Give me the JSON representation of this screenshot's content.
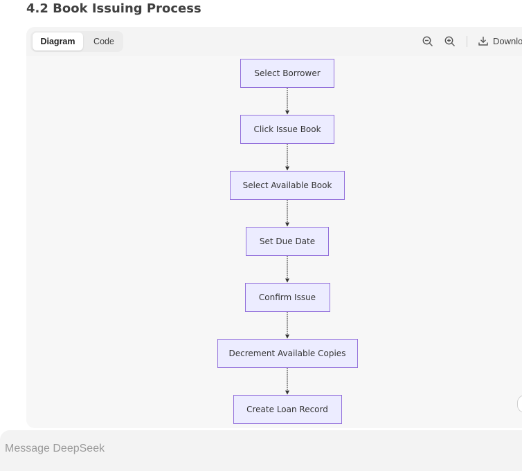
{
  "section": {
    "title": "4.2 Book Issuing Process"
  },
  "toolbar": {
    "tabs": [
      {
        "label": "Diagram",
        "active": true
      },
      {
        "label": "Code",
        "active": false
      }
    ],
    "zoom_out_icon": "zoom-out-icon",
    "zoom_in_icon": "zoom-in-icon",
    "download_icon": "download-icon",
    "download_label": "Downlo"
  },
  "flowchart": {
    "node_fill": "#ececff",
    "node_stroke": "#9370db",
    "edge_color": "#333333",
    "nodes": [
      {
        "label": "Select Borrower"
      },
      {
        "label": "Click Issue Book"
      },
      {
        "label": "Select Available Book"
      },
      {
        "label": "Set Due Date"
      },
      {
        "label": "Confirm Issue"
      },
      {
        "label": "Decrement Available Copies"
      },
      {
        "label": "Create Loan Record"
      }
    ]
  },
  "composer": {
    "placeholder": "Message DeepSeek"
  }
}
